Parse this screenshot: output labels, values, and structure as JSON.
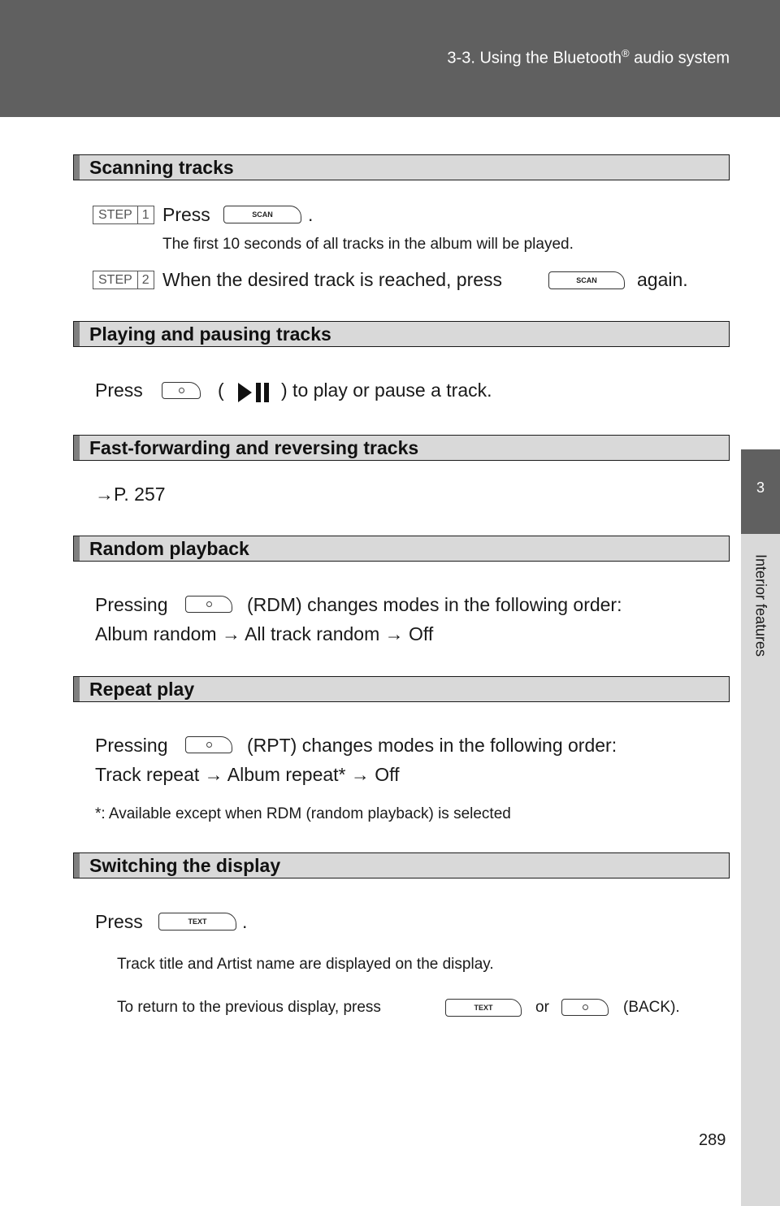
{
  "header": {
    "title_prefix": "3-3. Using the Bluetooth",
    "title_sup": "®",
    "title_suffix": " audio system"
  },
  "side_tab": {
    "number": "3",
    "label": "Interior features"
  },
  "sections": {
    "scanning": {
      "title": "Scanning tracks",
      "step1": {
        "badge_word": "STEP",
        "badge_num": "1",
        "press": "Press",
        "period": ".",
        "button_label": "SCAN",
        "note": "The first 10 seconds of all tracks in the album will be played."
      },
      "step2": {
        "badge_word": "STEP",
        "badge_num": "2",
        "text_before": "When the desired track is reached, press",
        "button_label": "SCAN",
        "text_after": "again."
      }
    },
    "playing": {
      "title": "Playing and pausing tracks",
      "press": "Press",
      "paren_open": "(",
      "text_after": ") to play or pause a track."
    },
    "fast": {
      "title": "Fast-forwarding and reversing tracks",
      "ref": "→P. 257"
    },
    "random": {
      "title": "Random playback",
      "pressing": "Pressing",
      "text_after": "(RDM) changes modes in the following order:",
      "sequence": "Album random → All track random → Off"
    },
    "repeat": {
      "title": "Repeat play",
      "pressing": "Pressing",
      "text_after": "(RPT) changes modes in the following order:",
      "sequence": "Track repeat → Album repeat* → Off",
      "footnote": "*:  Available except when RDM (random playback) is selected"
    },
    "display": {
      "title": "Switching the display",
      "press": "Press",
      "button_label": "TEXT",
      "period": ".",
      "note1": "Track title and Artist name are displayed on the display.",
      "note2_before": "To return to the previous display, press",
      "button_label2": "TEXT",
      "note2_or": "or",
      "note2_after": "(BACK)."
    }
  },
  "page_number": "289"
}
